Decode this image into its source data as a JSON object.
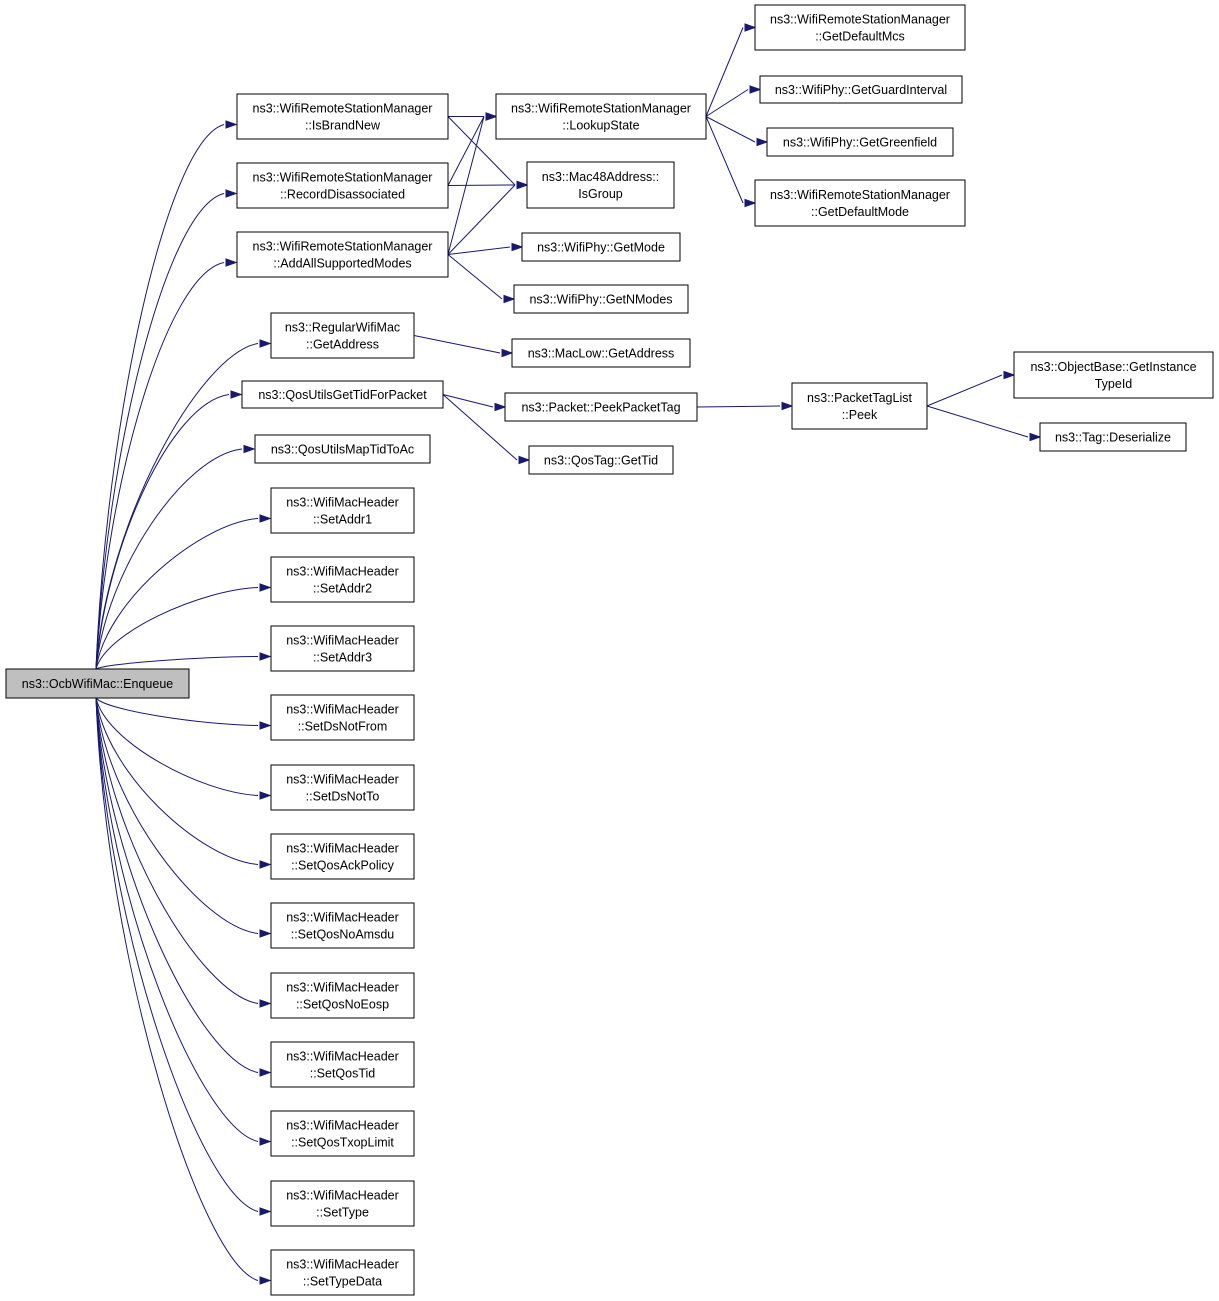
{
  "graph": {
    "type": "call-graph",
    "edge_color": "#191970",
    "root_fill": "#bfbfbf",
    "node_fill": "#ffffff",
    "nodes": [
      {
        "id": "enqueue",
        "lines": [
          "ns3::OcbWifiMac::Enqueue"
        ],
        "root": true
      },
      {
        "id": "isbrandnew",
        "lines": [
          "ns3::WifiRemoteStationManager",
          "::IsBrandNew"
        ]
      },
      {
        "id": "recorddisassoc",
        "lines": [
          "ns3::WifiRemoteStationManager",
          "::RecordDisassociated"
        ]
      },
      {
        "id": "addallsupported",
        "lines": [
          "ns3::WifiRemoteStationManager",
          "::AddAllSupportedModes"
        ]
      },
      {
        "id": "regularwifimac_getaddr",
        "lines": [
          "ns3::RegularWifiMac",
          "::GetAddress"
        ]
      },
      {
        "id": "qosutilsgettid",
        "lines": [
          "ns3::QosUtilsGetTidForPacket"
        ]
      },
      {
        "id": "qosutilsmaptid",
        "lines": [
          "ns3::QosUtilsMapTidToAc"
        ]
      },
      {
        "id": "setaddr1",
        "lines": [
          "ns3::WifiMacHeader",
          "::SetAddr1"
        ]
      },
      {
        "id": "setaddr2",
        "lines": [
          "ns3::WifiMacHeader",
          "::SetAddr2"
        ]
      },
      {
        "id": "setaddr3",
        "lines": [
          "ns3::WifiMacHeader",
          "::SetAddr3"
        ]
      },
      {
        "id": "setdsnotfrom",
        "lines": [
          "ns3::WifiMacHeader",
          "::SetDsNotFrom"
        ]
      },
      {
        "id": "setdsnotto",
        "lines": [
          "ns3::WifiMacHeader",
          "::SetDsNotTo"
        ]
      },
      {
        "id": "setqosackpolicy",
        "lines": [
          "ns3::WifiMacHeader",
          "::SetQosAckPolicy"
        ]
      },
      {
        "id": "setqosnoamsdu",
        "lines": [
          "ns3::WifiMacHeader",
          "::SetQosNoAmsdu"
        ]
      },
      {
        "id": "setqosnoeosp",
        "lines": [
          "ns3::WifiMacHeader",
          "::SetQosNoEosp"
        ]
      },
      {
        "id": "setqostid",
        "lines": [
          "ns3::WifiMacHeader",
          "::SetQosTid"
        ]
      },
      {
        "id": "setqostxoplimit",
        "lines": [
          "ns3::WifiMacHeader",
          "::SetQosTxopLimit"
        ]
      },
      {
        "id": "settype",
        "lines": [
          "ns3::WifiMacHeader",
          "::SetType"
        ]
      },
      {
        "id": "settypedata",
        "lines": [
          "ns3::WifiMacHeader",
          "::SetTypeData"
        ]
      },
      {
        "id": "lookupstate",
        "lines": [
          "ns3::WifiRemoteStationManager",
          "::LookupState"
        ]
      },
      {
        "id": "isgroup",
        "lines": [
          "ns3::Mac48Address::",
          "IsGroup"
        ]
      },
      {
        "id": "getmode",
        "lines": [
          "ns3::WifiPhy::GetMode"
        ]
      },
      {
        "id": "getnmodes",
        "lines": [
          "ns3::WifiPhy::GetNModes"
        ]
      },
      {
        "id": "maclow_getaddr",
        "lines": [
          "ns3::MacLow::GetAddress"
        ]
      },
      {
        "id": "peekpackettag",
        "lines": [
          "ns3::Packet::PeekPacketTag"
        ]
      },
      {
        "id": "qostag_gettid",
        "lines": [
          "ns3::QosTag::GetTid"
        ]
      },
      {
        "id": "getdefaultmcs",
        "lines": [
          "ns3::WifiRemoteStationManager",
          "::GetDefaultMcs"
        ]
      },
      {
        "id": "getguardinterval",
        "lines": [
          "ns3::WifiPhy::GetGuardInterval"
        ]
      },
      {
        "id": "getgreenfield",
        "lines": [
          "ns3::WifiPhy::GetGreenfield"
        ]
      },
      {
        "id": "getdefaultmode",
        "lines": [
          "ns3::WifiRemoteStationManager",
          "::GetDefaultMode"
        ]
      },
      {
        "id": "packettaglist_peek",
        "lines": [
          "ns3::PacketTagList",
          "::Peek"
        ]
      },
      {
        "id": "getinstancetypeid",
        "lines": [
          "ns3::ObjectBase::GetInstance",
          "TypeId"
        ]
      },
      {
        "id": "tag_deserialize",
        "lines": [
          "ns3::Tag::Deserialize"
        ]
      }
    ],
    "edges": [
      [
        "enqueue",
        "isbrandnew"
      ],
      [
        "enqueue",
        "recorddisassoc"
      ],
      [
        "enqueue",
        "addallsupported"
      ],
      [
        "enqueue",
        "regularwifimac_getaddr"
      ],
      [
        "enqueue",
        "qosutilsgettid"
      ],
      [
        "enqueue",
        "qosutilsmaptid"
      ],
      [
        "enqueue",
        "setaddr1"
      ],
      [
        "enqueue",
        "setaddr2"
      ],
      [
        "enqueue",
        "setaddr3"
      ],
      [
        "enqueue",
        "setdsnotfrom"
      ],
      [
        "enqueue",
        "setdsnotto"
      ],
      [
        "enqueue",
        "setqosackpolicy"
      ],
      [
        "enqueue",
        "setqosnoamsdu"
      ],
      [
        "enqueue",
        "setqosnoeosp"
      ],
      [
        "enqueue",
        "setqostid"
      ],
      [
        "enqueue",
        "setqostxoplimit"
      ],
      [
        "enqueue",
        "settype"
      ],
      [
        "enqueue",
        "settypedata"
      ],
      [
        "isbrandnew",
        "lookupstate"
      ],
      [
        "isbrandnew",
        "isgroup"
      ],
      [
        "recorddisassoc",
        "lookupstate"
      ],
      [
        "recorddisassoc",
        "isgroup"
      ],
      [
        "addallsupported",
        "lookupstate"
      ],
      [
        "addallsupported",
        "isgroup"
      ],
      [
        "addallsupported",
        "getmode"
      ],
      [
        "addallsupported",
        "getnmodes"
      ],
      [
        "regularwifimac_getaddr",
        "maclow_getaddr"
      ],
      [
        "qosutilsgettid",
        "peekpackettag"
      ],
      [
        "qosutilsgettid",
        "qostag_gettid"
      ],
      [
        "lookupstate",
        "getdefaultmcs"
      ],
      [
        "lookupstate",
        "getguardinterval"
      ],
      [
        "lookupstate",
        "getgreenfield"
      ],
      [
        "lookupstate",
        "getdefaultmode"
      ],
      [
        "peekpackettag",
        "packettaglist_peek"
      ],
      [
        "packettaglist_peek",
        "getinstancetypeid"
      ],
      [
        "packettaglist_peek",
        "tag_deserialize"
      ]
    ]
  }
}
